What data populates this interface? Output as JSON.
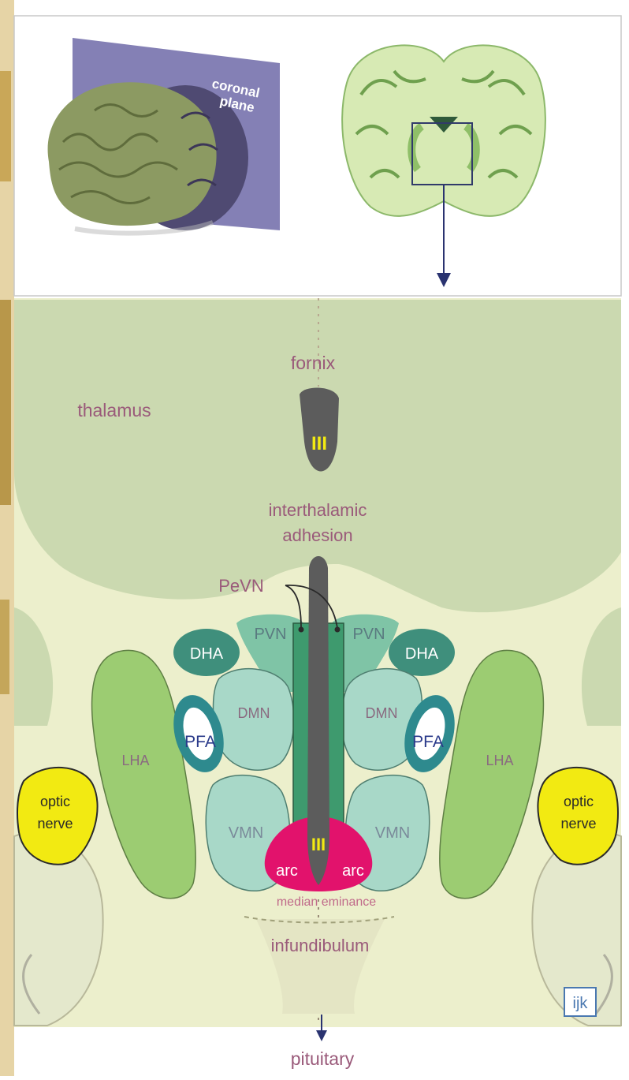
{
  "top_panel": {
    "plane_label_line1": "coronal",
    "plane_label_line2": "plane"
  },
  "labels": {
    "fornix": "fornix",
    "thalamus": "thalamus",
    "third_ventricle_upper": "III",
    "interthalamic_line1": "interthalamic",
    "interthalamic_line2": "adhesion",
    "pevn": "PeVN",
    "pvn_left": "PVN",
    "pvn_right": "PVN",
    "dha_left": "DHA",
    "dha_right": "DHA",
    "dmn_left": "DMN",
    "dmn_right": "DMN",
    "pfa_left": "PFA",
    "pfa_right": "PFA",
    "lha_left": "LHA",
    "lha_right": "LHA",
    "vmn_left": "VMN",
    "vmn_right": "VMN",
    "optic_left_line1": "optic",
    "optic_left_line2": "nerve",
    "optic_right_line1": "optic",
    "optic_right_line2": "nerve",
    "third_ventricle_lower": "III",
    "arc_left": "arc",
    "arc_right": "arc",
    "median_eminence": "median eminance",
    "infundibulum": "infundibulum",
    "pituitary": "pituitary",
    "credit": "ijk"
  },
  "colors": {
    "background": "#ecefcc",
    "thalamus": "#cbd9b0",
    "ventricle": "#5c5c5c",
    "pvn": "#7fc4a6",
    "dha": "#3f8f7c",
    "dmn": "#a8d8c8",
    "pfa": "#2e8a8e",
    "lha": "#9ccc72",
    "arc": "#e2126c",
    "optic": "#f2ea12",
    "label": "#9a5a7a",
    "credit": "#4a78b0"
  }
}
